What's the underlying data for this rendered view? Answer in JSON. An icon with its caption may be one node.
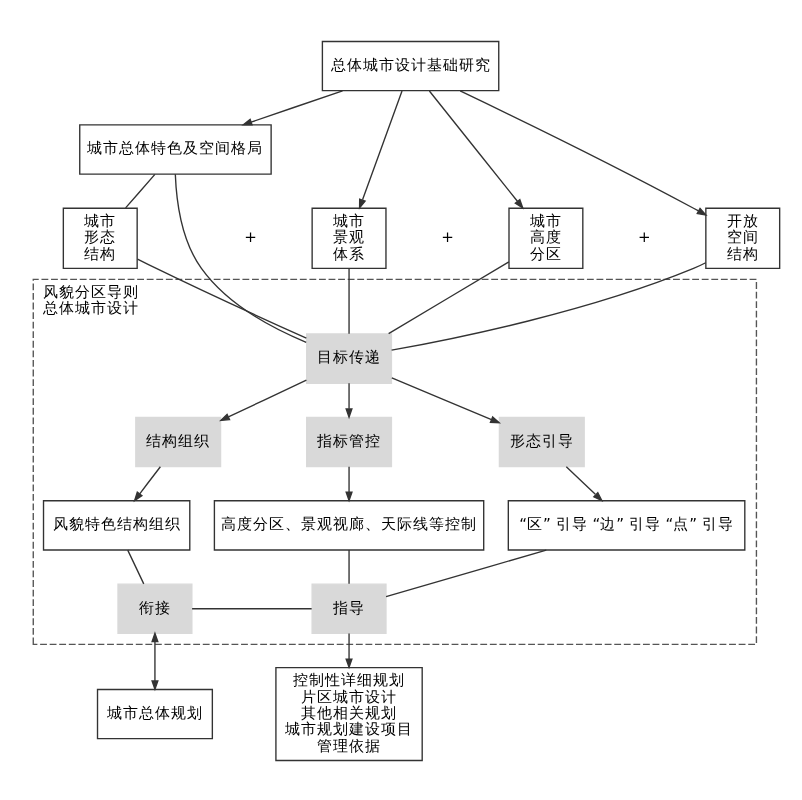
{
  "diagram": {
    "nodes": [
      {
        "text": [
          "总体城市设计基础研究"
        ]
      },
      {
        "text": [
          "城市总体特色及空间格局"
        ]
      },
      {
        "text": [
          "城市形态结构"
        ]
      },
      {
        "text": [
          "城市景观体系"
        ]
      },
      {
        "text": [
          "城市高度分区"
        ]
      },
      {
        "text": [
          "开放空间结构"
        ]
      },
      {
        "text": [
          "风貌分区导则",
          "总体城市设计"
        ]
      },
      {
        "text": [
          "目标传递"
        ],
        "in": 6
      },
      {
        "text": [
          "结构组织"
        ],
        "in": 6
      },
      {
        "text": [
          "指标管控"
        ],
        "in": 6
      },
      {
        "text": [
          "形态引导"
        ],
        "in": 6
      },
      {
        "text": [
          "风貌特色结构组织"
        ],
        "in": 6
      },
      {
        "text": [
          "高度分区、景观视廊、天际线等控制"
        ],
        "in": 6
      },
      {
        "text": [
          "“区” 引导 “边” 引导 “点” 引导"
        ],
        "in": 6
      },
      {
        "text": [
          "衔接"
        ],
        "in": 6
      },
      {
        "text": [
          "指导"
        ],
        "in": 6
      },
      {
        "text": [
          "城市总体规划"
        ]
      },
      {
        "text": [
          "控制性详细规划",
          "片区城市设计",
          "其他相关规划",
          "城市规划建设项目",
          "管理依据"
        ]
      }
    ],
    "edges": [
      {
        "from": 0,
        "to": 1,
        "arrow": "to"
      },
      {
        "from": 1,
        "to": 2,
        "arrow": "none"
      },
      {
        "from": 0,
        "to": 3,
        "arrow": "to"
      },
      {
        "from": 0,
        "to": 4,
        "arrow": "to"
      },
      {
        "from": 0,
        "to": 5,
        "arrow": "to"
      },
      {
        "from": 1,
        "to": 7,
        "arrow": "none"
      },
      {
        "from": 2,
        "to": 7,
        "arrow": "none"
      },
      {
        "from": 3,
        "to": 7,
        "arrow": "none"
      },
      {
        "from": 4,
        "to": 7,
        "arrow": "none"
      },
      {
        "from": 5,
        "to": 7,
        "arrow": "none"
      },
      {
        "from": 7,
        "to": 8,
        "arrow": "to"
      },
      {
        "from": 7,
        "to": 9,
        "arrow": "to"
      },
      {
        "from": 7,
        "to": 10,
        "arrow": "to"
      },
      {
        "from": 8,
        "to": 11,
        "arrow": "to"
      },
      {
        "from": 9,
        "to": 12,
        "arrow": "to"
      },
      {
        "from": 10,
        "to": 13,
        "arrow": "to"
      },
      {
        "from": 11,
        "to": 14,
        "arrow": "none"
      },
      {
        "from": 12,
        "to": 15,
        "arrow": "none"
      },
      {
        "from": 13,
        "to": 15,
        "arrow": "none"
      },
      {
        "from": 14,
        "to": 15,
        "arrow": "none"
      },
      {
        "from": 14,
        "to": 16,
        "arrow": "both"
      },
      {
        "from": 15,
        "to": 17,
        "arrow": "to"
      }
    ],
    "labels": [
      "+",
      "+",
      "+"
    ]
  }
}
